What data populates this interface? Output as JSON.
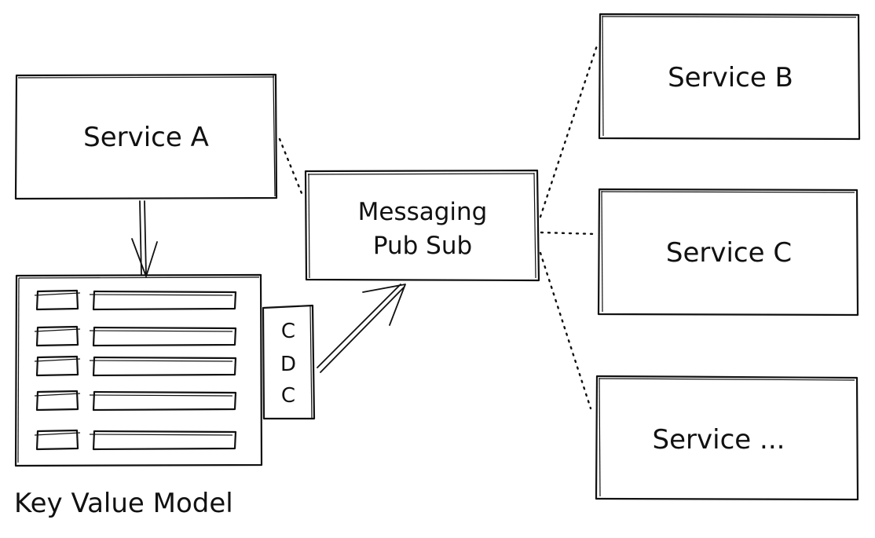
{
  "diagram": {
    "service_a": {
      "label": "Service A"
    },
    "messaging": {
      "line1": "Messaging",
      "line2": "Pub Sub"
    },
    "service_b": {
      "label": "Service B"
    },
    "service_c": {
      "label": "Service C"
    },
    "service_more": {
      "label": "Service ..."
    },
    "cdc": {
      "letters": [
        "C",
        "D",
        "C"
      ]
    },
    "kv_model": {
      "caption": "Key Value Model",
      "rows": 5
    }
  }
}
